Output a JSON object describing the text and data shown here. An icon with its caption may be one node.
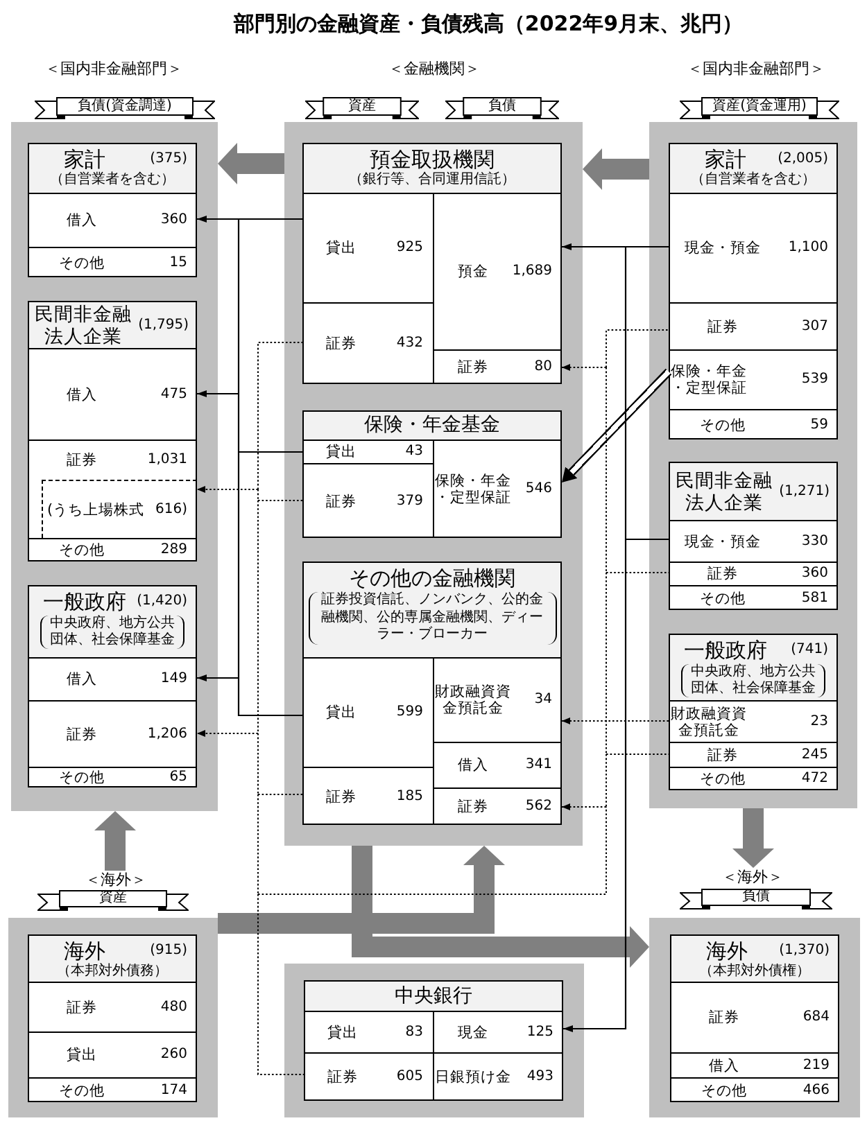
{
  "diagram": {
    "title": "部門別の金融資産・負債残高（2022年9月末、兆円）",
    "nodes": [
      {
        "text": [
          "負債(資金調達)"
        ]
      },
      {
        "text": [
          "資産"
        ]
      },
      {
        "text": [
          "負債"
        ]
      },
      {
        "text": [
          "資産(資金運用)"
        ]
      },
      {
        "text": [],
        "shape": "box"
      },
      {
        "text": [
          "家計",
          "(375)",
          "（自営業者を含む）"
        ],
        "in": 4
      },
      {
        "text": [
          "借入",
          "360"
        ],
        "in": 5
      },
      {
        "text": [
          "その他",
          "15"
        ],
        "in": 5
      },
      {
        "text": [
          "民間非金融法人企業",
          "(1,795)"
        ],
        "in": 4
      },
      {
        "text": [
          "借入",
          "475"
        ],
        "in": 8
      },
      {
        "text": [
          "証券",
          "1,031"
        ],
        "in": 8
      },
      {
        "text": [
          "(うち上場株式",
          "616)"
        ],
        "in": 10
      },
      {
        "text": [
          "その他",
          "289"
        ],
        "in": 8
      },
      {
        "text": [
          "一般政府",
          "(1,420)",
          "中央政府、地方公共団体、社会保障基金"
        ],
        "in": 4
      },
      {
        "text": [
          "借入",
          "149"
        ],
        "in": 13
      },
      {
        "text": [
          "証券",
          "1,206"
        ],
        "in": 13
      },
      {
        "text": [
          "その他",
          "65"
        ],
        "in": 13
      },
      {
        "text": [],
        "shape": "box"
      },
      {
        "text": [
          "預金取扱機関",
          "（銀行等、合同運用信託）"
        ],
        "in": 17
      },
      {
        "text": [
          "貸出",
          "925"
        ],
        "in": 18
      },
      {
        "text": [
          "証券",
          "432"
        ],
        "in": 18
      },
      {
        "text": [
          "預金",
          "1,689"
        ],
        "in": 18
      },
      {
        "text": [
          "証券",
          "80"
        ],
        "in": 18
      },
      {
        "text": [
          "保険・年金基金"
        ],
        "in": 17
      },
      {
        "text": [
          "貸出",
          "43"
        ],
        "in": 23
      },
      {
        "text": [
          "証券",
          "379"
        ],
        "in": 23
      },
      {
        "text": [
          "保険・年金・定型保証",
          "546"
        ],
        "in": 23
      },
      {
        "text": [
          "その他の金融機関",
          "証券投資信託、ノンバンク、公的金融機関、公的専属金融機関、ディーラー・ブローカー"
        ],
        "in": 17
      },
      {
        "text": [
          "貸出",
          "599"
        ],
        "in": 27
      },
      {
        "text": [
          "証券",
          "185"
        ],
        "in": 27
      },
      {
        "text": [
          "財政融資資金預託金",
          "34"
        ],
        "in": 27
      },
      {
        "text": [
          "借入",
          "341"
        ],
        "in": 27
      },
      {
        "text": [
          "証券",
          "562"
        ],
        "in": 27
      },
      {
        "text": [],
        "shape": "box"
      },
      {
        "text": [
          "家計",
          "(2,005)",
          "（自営業者を含む）"
        ],
        "in": 33
      },
      {
        "text": [
          "現金・預金",
          "1,100"
        ],
        "in": 34
      },
      {
        "text": [
          "証券",
          "307"
        ],
        "in": 34
      },
      {
        "text": [
          "保険・年金・定型保証",
          "539"
        ],
        "in": 34
      },
      {
        "text": [
          "その他",
          "59"
        ],
        "in": 34
      },
      {
        "text": [
          "民間非金融法人企業",
          "(1,271)"
        ],
        "in": 33
      },
      {
        "text": [
          "現金・預金",
          "330"
        ],
        "in": 39
      },
      {
        "text": [
          "証券",
          "360"
        ],
        "in": 39
      },
      {
        "text": [
          "その他",
          "581"
        ],
        "in": 39
      },
      {
        "text": [
          "一般政府",
          "(741)",
          "中央政府、地方公共団体、社会保障基金"
        ],
        "in": 33
      },
      {
        "text": [
          "財政融資資金預託金",
          "23"
        ],
        "in": 43
      },
      {
        "text": [
          "証券",
          "245"
        ],
        "in": 43
      },
      {
        "text": [
          "その他",
          "472"
        ],
        "in": 43
      },
      {
        "text": [
          "＜海外＞"
        ]
      },
      {
        "text": [
          "＜海外＞"
        ]
      },
      {
        "text": [
          "資産"
        ]
      },
      {
        "text": [
          "負債"
        ]
      },
      {
        "text": [],
        "shape": "box"
      },
      {
        "text": [
          "海外",
          "(915)",
          "（本邦対外債務）"
        ],
        "in": 51
      },
      {
        "text": [
          "証券",
          "480"
        ],
        "in": 52
      },
      {
        "text": [
          "貸出",
          "260"
        ],
        "in": 52
      },
      {
        "text": [
          "その他",
          "174"
        ],
        "in": 52
      },
      {
        "text": [],
        "shape": "box"
      },
      {
        "text": [
          "中央銀行"
        ],
        "in": 56
      },
      {
        "text": [
          "貸出",
          "83"
        ],
        "in": 57
      },
      {
        "text": [
          "証券",
          "605"
        ],
        "in": 57
      },
      {
        "text": [
          "現金",
          "125"
        ],
        "in": 57
      },
      {
        "text": [
          "日銀預け金",
          "493"
        ],
        "in": 57
      },
      {
        "text": [],
        "shape": "box"
      },
      {
        "text": [
          "海外",
          "(1,370)",
          "（本邦対外債権）"
        ],
        "in": 62
      },
      {
        "text": [
          "証券",
          "684"
        ],
        "in": 63
      },
      {
        "text": [
          "借入",
          "219"
        ],
        "in": 63
      },
      {
        "text": [
          "その他",
          "466"
        ],
        "in": 63
      }
    ],
    "edges": [
      {
        "from": 17,
        "to": 4,
        "arrow": "to",
        "style": "thick",
        "color": "#808080"
      },
      {
        "from": 33,
        "to": 17,
        "arrow": "to",
        "style": "thick",
        "color": "#808080"
      },
      {
        "from": 47,
        "to": 4,
        "arrow": "to",
        "style": "thick",
        "color": "#808080"
      },
      {
        "from": 33,
        "to": 48,
        "arrow": "to",
        "style": "thick",
        "color": "#808080"
      },
      {
        "from": 51,
        "to": 17,
        "arrow": "to",
        "style": "thick",
        "color": "#808080"
      },
      {
        "from": 17,
        "to": 62,
        "arrow": "to",
        "style": "thick",
        "color": "#808080"
      },
      {
        "from": 19,
        "to": 6,
        "arrow": "to"
      },
      {
        "from": 19,
        "to": 9,
        "arrow": "to"
      },
      {
        "from": 19,
        "to": 14,
        "arrow": "to"
      },
      {
        "from": 24,
        "to": 6,
        "arrow": "to"
      },
      {
        "from": 24,
        "to": 9,
        "arrow": "to"
      },
      {
        "from": 24,
        "to": 14,
        "arrow": "to"
      },
      {
        "from": 28,
        "to": 6,
        "arrow": "to"
      },
      {
        "from": 28,
        "to": 9,
        "arrow": "to"
      },
      {
        "from": 28,
        "to": 14,
        "arrow": "to"
      },
      {
        "from": 35,
        "to": 21,
        "arrow": "to"
      },
      {
        "from": 35,
        "to": 60,
        "arrow": "to"
      },
      {
        "from": 40,
        "to": 21,
        "arrow": "to"
      },
      {
        "from": 40,
        "to": 60,
        "arrow": "to"
      },
      {
        "from": 44,
        "to": 30,
        "arrow": "to",
        "style": "dashed"
      },
      {
        "from": 37,
        "to": 26,
        "arrow": "to",
        "style": "thick"
      },
      {
        "from": 20,
        "to": 11,
        "arrow": "to",
        "style": "dashed"
      },
      {
        "from": 20,
        "to": 15,
        "arrow": "to",
        "style": "dashed"
      },
      {
        "from": 20,
        "to": 22,
        "arrow": "to",
        "style": "dashed"
      },
      {
        "from": 20,
        "to": 32,
        "arrow": "to",
        "style": "dashed"
      },
      {
        "from": 25,
        "to": 11,
        "arrow": "to",
        "style": "dashed"
      },
      {
        "from": 25,
        "to": 15,
        "arrow": "to",
        "style": "dashed"
      },
      {
        "from": 25,
        "to": 22,
        "arrow": "to",
        "style": "dashed"
      },
      {
        "from": 25,
        "to": 32,
        "arrow": "to",
        "style": "dashed"
      },
      {
        "from": 29,
        "to": 11,
        "arrow": "to",
        "style": "dashed"
      },
      {
        "from": 29,
        "to": 15,
        "arrow": "to",
        "style": "dashed"
      },
      {
        "from": 29,
        "to": 22,
        "arrow": "to",
        "style": "dashed"
      },
      {
        "from": 29,
        "to": 32,
        "arrow": "to",
        "style": "dashed"
      },
      {
        "from": 59,
        "to": 11,
        "arrow": "to",
        "style": "dashed"
      },
      {
        "from": 59,
        "to": 15,
        "arrow": "to",
        "style": "dashed"
      },
      {
        "from": 59,
        "to": 22,
        "arrow": "to",
        "style": "dashed"
      },
      {
        "from": 59,
        "to": 32,
        "arrow": "to",
        "style": "dashed"
      },
      {
        "from": 36,
        "to": 11,
        "arrow": "to",
        "style": "dashed"
      },
      {
        "from": 36,
        "to": 15,
        "arrow": "to",
        "style": "dashed"
      },
      {
        "from": 36,
        "to": 22,
        "arrow": "to",
        "style": "dashed"
      },
      {
        "from": 36,
        "to": 32,
        "arrow": "to",
        "style": "dashed"
      },
      {
        "from": 41,
        "to": 11,
        "arrow": "to",
        "style": "dashed"
      },
      {
        "from": 41,
        "to": 15,
        "arrow": "to",
        "style": "dashed"
      },
      {
        "from": 41,
        "to": 22,
        "arrow": "to",
        "style": "dashed"
      },
      {
        "from": 41,
        "to": 32,
        "arrow": "to",
        "style": "dashed"
      },
      {
        "from": 45,
        "to": 11,
        "arrow": "to",
        "style": "dashed"
      },
      {
        "from": 45,
        "to": 15,
        "arrow": "to",
        "style": "dashed"
      },
      {
        "from": 45,
        "to": 22,
        "arrow": "to",
        "style": "dashed"
      },
      {
        "from": 45,
        "to": 32,
        "arrow": "to",
        "style": "dashed"
      }
    ],
    "labels": [
      "＜国内非金融部門＞",
      "＜金融機関＞",
      "＜国内非金融部門＞"
    ]
  }
}
